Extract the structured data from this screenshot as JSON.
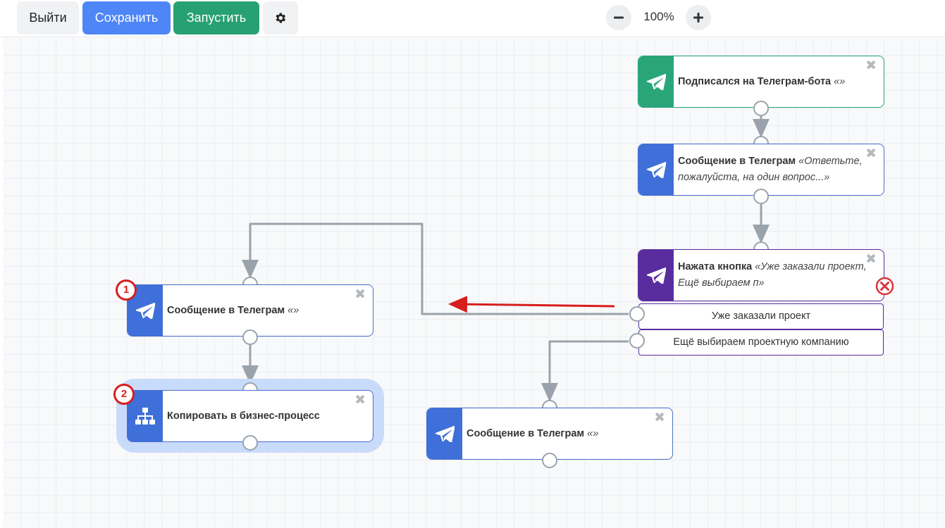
{
  "toolbar": {
    "exit_label": "Выйти",
    "save_label": "Сохранить",
    "run_label": "Запустить",
    "settings_icon": "gear-icon",
    "zoom_level": "100%"
  },
  "colors": {
    "save": "#4e86f7",
    "run": "#27a173",
    "trigger": "#2aa57a",
    "message": "#3f6fd8",
    "button_pressed": "#5a2d9e",
    "error_arrow": "#d71e1e"
  },
  "nodes": {
    "trigger": {
      "title": "Подписался на Телеграм-бота",
      "detail": "«»",
      "icon": "telegram-icon"
    },
    "message_question": {
      "title": "Сообщение в Телеграм",
      "detail": "«Ответьте, пожалуйста, на один вопрос...»",
      "icon": "telegram-icon"
    },
    "button_pressed": {
      "title": "Нажата кнопка",
      "detail": "«Уже заказали проект, Ещё выбираем п»",
      "icon": "telegram-icon"
    },
    "message_left": {
      "title": "Сообщение в Телеграм",
      "detail": "«»",
      "icon": "telegram-icon",
      "badge": "1"
    },
    "copy_process": {
      "title": "Копировать в бизнес-процесс",
      "detail": "",
      "icon": "sitemap-icon",
      "badge": "2"
    },
    "message_bottom": {
      "title": "Сообщение в Телеграм",
      "detail": "«»",
      "icon": "telegram-icon"
    }
  },
  "button_options": [
    "Уже заказали проект",
    "Ещё выбираем проектную компанию"
  ],
  "close_symbol": "✖"
}
